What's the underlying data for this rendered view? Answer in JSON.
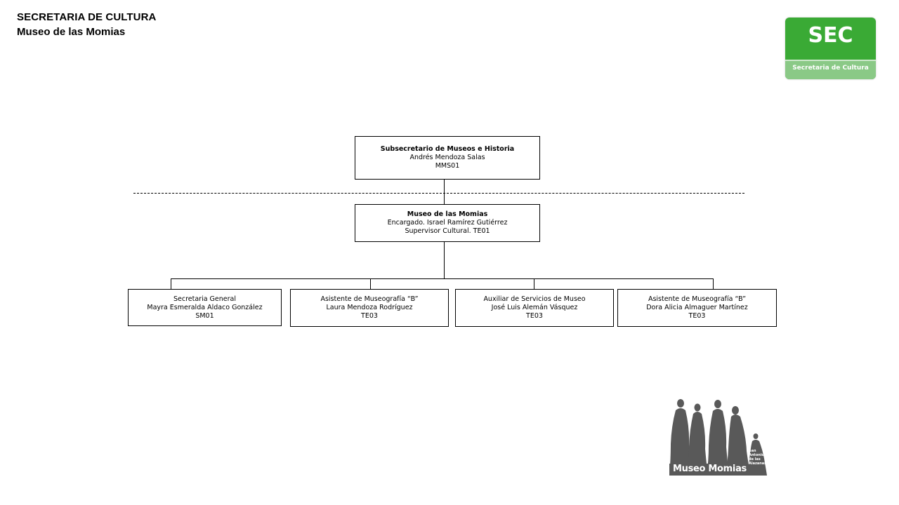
{
  "header": {
    "title": "SECRETARIA DE CULTURA",
    "subtitle": "Museo de las Momias"
  },
  "sec_logo": {
    "acronym": "SEC",
    "name": "Secretaria de Cultura",
    "brand_color": "#3aaa35",
    "band_color": "#8ac986"
  },
  "org_chart": {
    "top": {
      "title": "Subsecretario de Museos e Historia",
      "person": "Andrés Mendoza Salas",
      "code": "MMS01"
    },
    "middle": {
      "title": "Museo de las Momias",
      "person": "Encargado.  Israel Ramírez Gutiérrez",
      "role": "Supervisor Cultural.  TE01"
    },
    "children": [
      {
        "title": "Secretaria General",
        "person": "Mayra Esmeralda Aldaco González",
        "code": "SM01"
      },
      {
        "title": "Asistente de Museografía “B”",
        "person": "Laura Mendoza Rodríguez",
        "code": "TE03"
      },
      {
        "title": "Auxiliar de Servicios de Museo",
        "person": "José Luis Alemán Vásquez",
        "code": "TE03"
      },
      {
        "title": "Asistente de Museografía “B”",
        "person": "Dora Alicia Almaguer Martínez",
        "code": "TE03"
      }
    ]
  },
  "museum_logo": {
    "name": "Museo Momias",
    "place": [
      "San",
      "Antonio",
      "de las",
      "Alazanas"
    ],
    "color": "#595959"
  }
}
